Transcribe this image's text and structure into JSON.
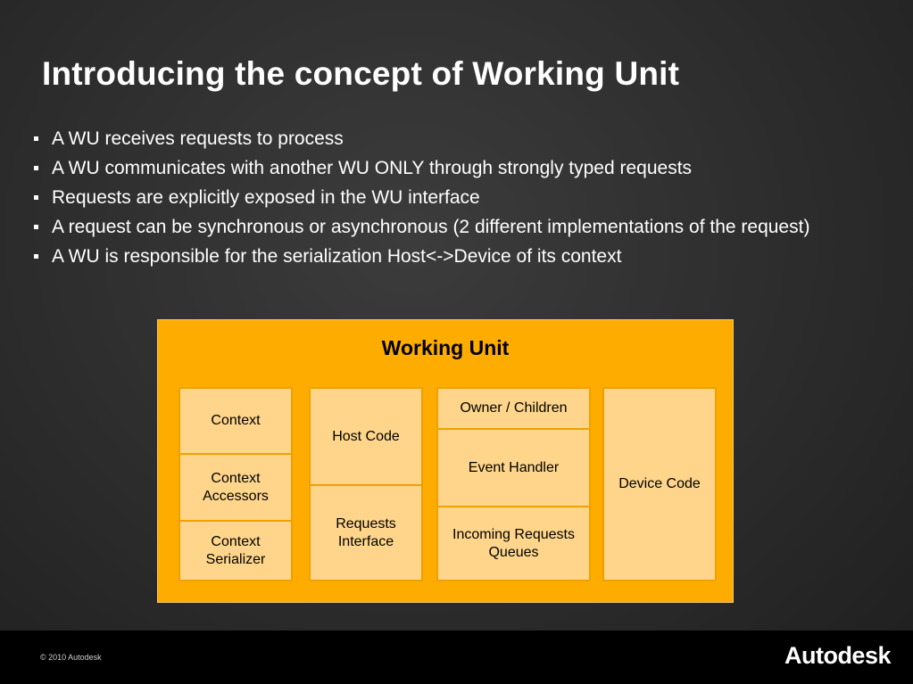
{
  "slide": {
    "title": "Introducing the concept of Working Unit",
    "bullets": [
      "A WU receives requests to process",
      "A WU communicates with another WU ONLY through strongly typed requests",
      "Requests are explicitly exposed in the WU interface",
      "A request can be synchronous or asynchronous (2 different implementations of the request)",
      "A WU is responsible for the serialization Host<->Device of its context"
    ]
  },
  "diagram": {
    "title": "Working Unit",
    "columns": [
      [
        "Context",
        "Context Accessors",
        "Context Serializer"
      ],
      [
        "Host Code",
        "Requests Interface"
      ],
      [
        "Owner / Children",
        "Event Handler",
        "Incoming Requests Queues"
      ],
      [
        "Device Code"
      ]
    ]
  },
  "footer": {
    "copyright": "© 2010 Autodesk",
    "logo": "Autodesk"
  }
}
